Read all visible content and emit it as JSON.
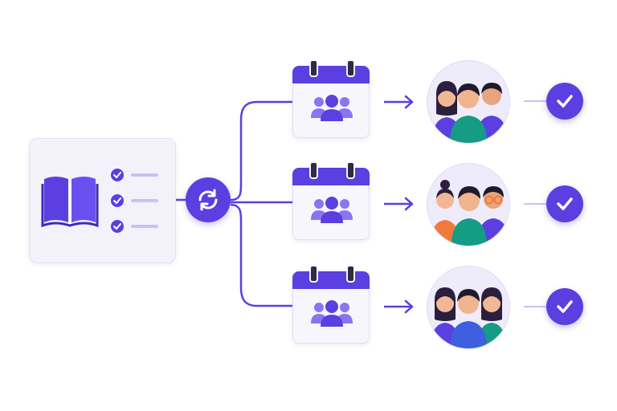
{
  "colors": {
    "accent": "#5b3fe0",
    "accent_light": "#8b74f0",
    "card_bg": "#f3f2fb",
    "connector": "#5b3fe0",
    "dash": "#c9c0f6"
  },
  "source": {
    "icon": "open-book-icon",
    "checklist_items": 3,
    "checklist_icon": "check-circle-icon"
  },
  "hub": {
    "icon": "sync-arrows-icon"
  },
  "branches": [
    {
      "calendar_icon": "calendar-team-icon",
      "people": [
        {
          "hair": "long",
          "shirt": "#5b3fe0"
        },
        {
          "hair": "short",
          "shirt": "#149c85"
        },
        {
          "hair": "short",
          "shirt": "#5b3fe0"
        }
      ],
      "result_icon": "check-circle-icon"
    },
    {
      "calendar_icon": "calendar-team-icon",
      "people": [
        {
          "hair": "bun",
          "shirt": "#f07a3a"
        },
        {
          "hair": "short",
          "shirt": "#149c85"
        },
        {
          "hair": "glasses",
          "shirt": "#5b3fe0"
        }
      ],
      "result_icon": "check-circle-icon"
    },
    {
      "calendar_icon": "calendar-team-icon",
      "people": [
        {
          "hair": "long",
          "shirt": "#5b3fe0"
        },
        {
          "hair": "short",
          "shirt": "#3d5fe0"
        },
        {
          "hair": "long",
          "shirt": "#149c85"
        }
      ],
      "result_icon": "check-circle-icon"
    }
  ]
}
